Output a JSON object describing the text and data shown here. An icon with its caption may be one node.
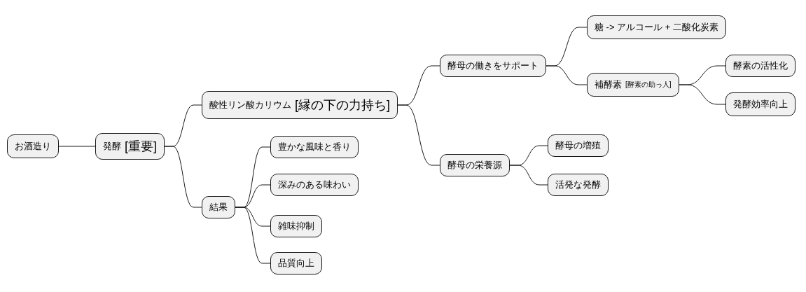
{
  "diagram": {
    "nodes": [
      {
        "text": [
          "お酒造り"
        ]
      },
      {
        "text": [
          "発酵",
          "[重要]"
        ]
      },
      {
        "text": [
          "酸性リン酸カリウム",
          "[縁の下の力持ち]"
        ]
      },
      {
        "text": [
          "結果"
        ]
      },
      {
        "text": [
          "豊かな風味と香り"
        ]
      },
      {
        "text": [
          "深みのある味わい"
        ]
      },
      {
        "text": [
          "雑味抑制"
        ]
      },
      {
        "text": [
          "品質向上"
        ]
      },
      {
        "text": [
          "酵母の働きをサポート"
        ]
      },
      {
        "text": [
          "酵母の栄養源"
        ]
      },
      {
        "text": [
          "糖 -> アルコール + 二酸化炭素"
        ]
      },
      {
        "text": [
          "補酵素",
          "[酵素の助っ人]"
        ]
      },
      {
        "text": [
          "酵素の活性化"
        ]
      },
      {
        "text": [
          "発酵効率向上"
        ]
      },
      {
        "text": [
          "酵母の増殖"
        ]
      },
      {
        "text": [
          "活発な発酵"
        ]
      }
    ],
    "edges": [
      {
        "from": 0,
        "to": 1,
        "arrow": "none"
      },
      {
        "from": 1,
        "to": 2,
        "arrow": "none"
      },
      {
        "from": 1,
        "to": 3,
        "arrow": "none"
      },
      {
        "from": 3,
        "to": 4,
        "arrow": "none"
      },
      {
        "from": 3,
        "to": 5,
        "arrow": "none"
      },
      {
        "from": 3,
        "to": 6,
        "arrow": "none"
      },
      {
        "from": 3,
        "to": 7,
        "arrow": "none"
      },
      {
        "from": 2,
        "to": 8,
        "arrow": "none"
      },
      {
        "from": 2,
        "to": 9,
        "arrow": "none"
      },
      {
        "from": 8,
        "to": 10,
        "arrow": "none"
      },
      {
        "from": 8,
        "to": 11,
        "arrow": "none"
      },
      {
        "from": 11,
        "to": 12,
        "arrow": "none"
      },
      {
        "from": 11,
        "to": 13,
        "arrow": "none"
      },
      {
        "from": 9,
        "to": 14,
        "arrow": "none"
      },
      {
        "from": 9,
        "to": 15,
        "arrow": "none"
      }
    ]
  }
}
